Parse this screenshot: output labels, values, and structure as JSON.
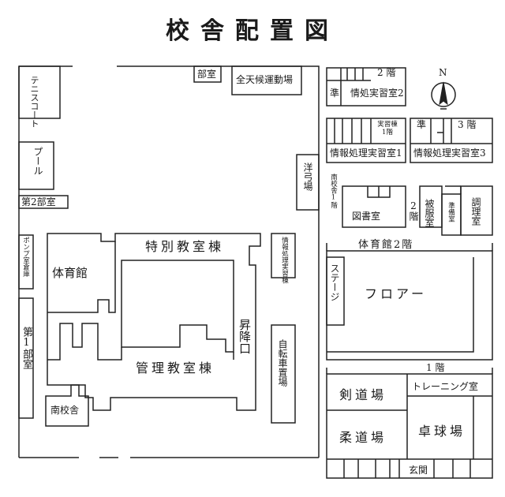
{
  "title": "校舎配置図",
  "compass": "N",
  "left_map": {
    "tennis_court": "テニスコート",
    "club_room": "部室",
    "all_weather_field": "全天候運動場",
    "pool": "プール",
    "club_room_2": "第2部室",
    "archery_range": "洋弓場",
    "pump_warehouse": "ポンプ室倉庫",
    "gymnasium": "体育館",
    "special_classroom_bldg": "特別教室棟",
    "info_processing_bldg": "情報処理実習棟",
    "club_room_1": "第1部室",
    "entrance_stairs": "昇降口",
    "bicycle_parking": "自転車置場",
    "management_bldg": "管理教室棟",
    "south_bldg": "南校舎"
  },
  "right_map": {
    "floor2_label": "2 階",
    "prep": "準",
    "info_room_2": "情処実習室2",
    "practice_bldg_1f": "実習棟1階",
    "info_room_1": "情報処理実習室1",
    "prep2": "準",
    "floor3_label": "3 階",
    "info_room_3": "情報処理実習室3",
    "south_bldg_1f": "南校舎1階",
    "library": "図書室",
    "floor2_label_b": "2階",
    "clothing_room": "被服室",
    "prep_room": "準備室",
    "cooking_room": "調理室",
    "gym_2f": "体育館2階",
    "stage": "ステージ",
    "floor": "フロアー",
    "floor1_label": "1 階",
    "kendo": "剣道場",
    "training_room": "トレーニング室",
    "judo": "柔道場",
    "table_tennis": "卓球場",
    "entrance": "玄関"
  }
}
